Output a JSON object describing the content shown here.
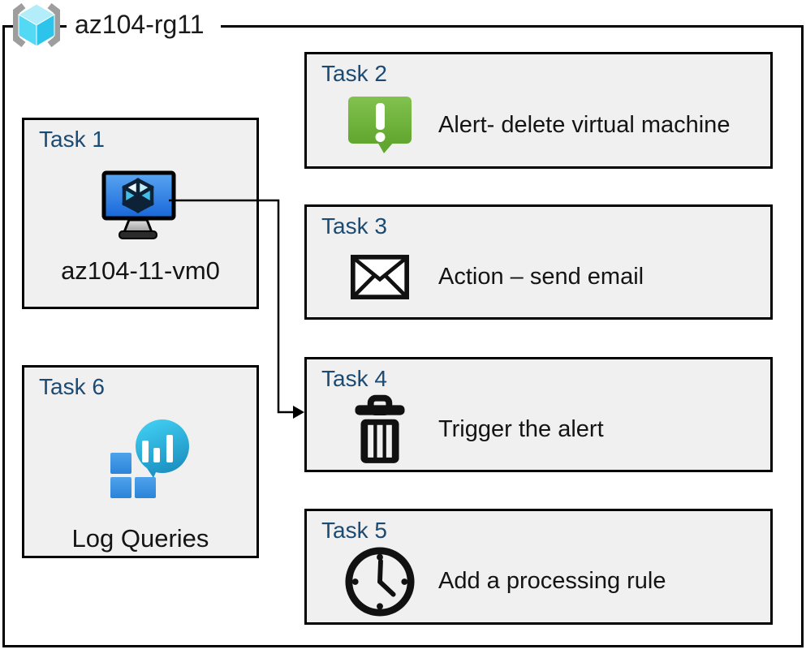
{
  "header": {
    "title": "az104-rg11",
    "icon": "azure-resource-group"
  },
  "tasks": [
    {
      "label": "Task 1",
      "caption": "az104-11-vm0",
      "icon": "virtual-machine"
    },
    {
      "label": "Task 2",
      "text": "Alert- delete virtual machine",
      "icon": "alert-message"
    },
    {
      "label": "Task 3",
      "text": "Action – send email",
      "icon": "email-envelope"
    },
    {
      "label": "Task 4",
      "text": "Trigger the alert",
      "icon": "trash-can"
    },
    {
      "label": "Task 5",
      "text": "Add a processing rule",
      "icon": "clock"
    },
    {
      "label": "Task 6",
      "caption": "Log Queries",
      "icon": "log-analytics"
    }
  ],
  "connector": {
    "from": "task-1-virtual-machine",
    "to": "task-4-trigger-the-alert"
  },
  "colors": {
    "task_label": "#1b4a73",
    "box_fill": "#f0f0f0",
    "border": "#000000",
    "alert_green": "#6fb53c",
    "vm_screen_blue": "#2f7fe0",
    "log_bubble_teal": "#27b2e0",
    "log_square_blue": "#3b8de0",
    "rg_cube_cyan": "#50d8f2",
    "bracket_gray": "#9e9e9e"
  }
}
